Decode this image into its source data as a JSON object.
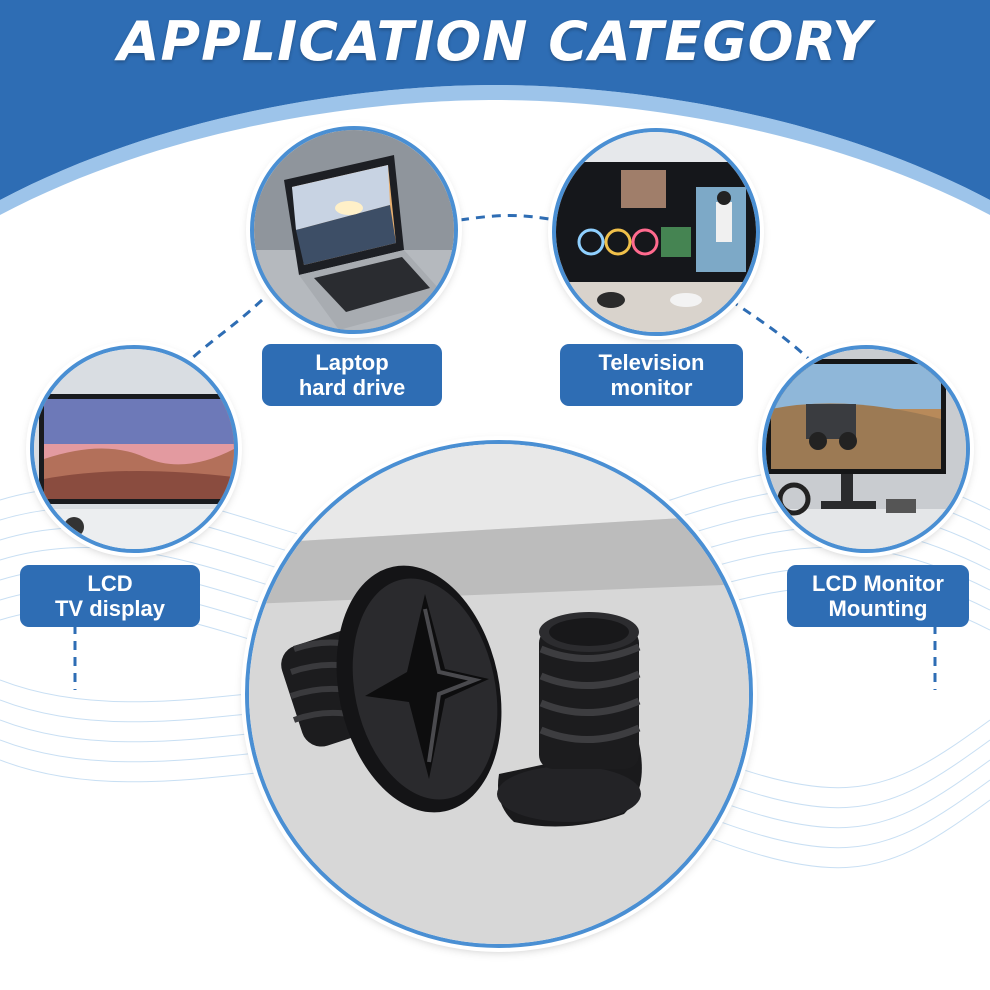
{
  "title": "APPLICATION CATEGORY",
  "colors": {
    "banner": "#2e6db4",
    "accent": "#4a8fd3",
    "label_bg": "#2e6db4",
    "label_text": "#ffffff",
    "background": "#ffffff"
  },
  "categories": [
    {
      "line1": "Laptop",
      "line2": "hard drive",
      "image": "laptop-photo"
    },
    {
      "line1": "Television",
      "line2": "monitor",
      "image": "editing-monitor-photo"
    },
    {
      "line1": "LCD",
      "line2": "TV display",
      "image": "wall-tv-photo"
    },
    {
      "line1": "LCD Monitor",
      "line2": "Mounting",
      "image": "desk-monitor-photo"
    }
  ],
  "product_image": "black-phillips-countersunk-screws"
}
